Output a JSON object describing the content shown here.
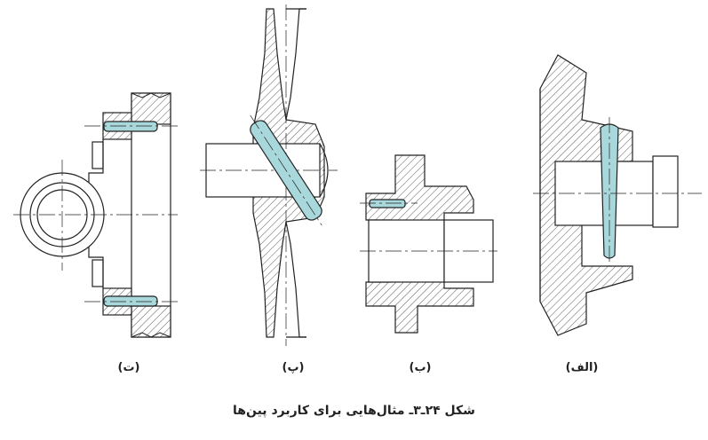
{
  "figure": {
    "labels": {
      "t": "(ت)",
      "p": "(پ)",
      "b": "(ب)",
      "alef": "(الف)"
    },
    "caption": "شکل ۲۴ـ۳ـ مثال‌هایی برای کاربرد پین‌ها"
  },
  "colors": {
    "pin": "#a8d8dc",
    "line": "#222222"
  }
}
